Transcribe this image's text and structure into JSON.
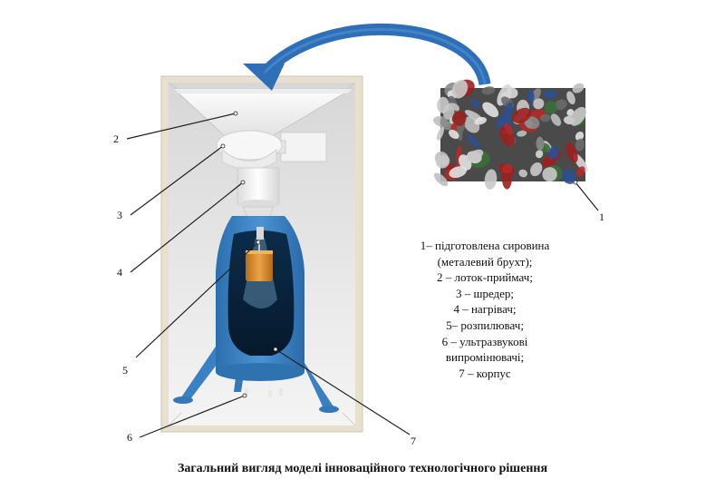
{
  "callouts": [
    "1",
    "2",
    "3",
    "4",
    "5",
    "6",
    "7"
  ],
  "legend": [
    "1– підготовлена сировина",
    "(металевий брухт);",
    "2 – лоток-приймач;",
    "3 –  шредер;",
    "4 – нагрівач;",
    "5– розпилювач;",
    "6 – ультразвукові",
    "випромінювачі;",
    "7 – корпус"
  ],
  "caption": "Загальний вигляд моделі інноваційного технологічного рішення",
  "colors": {
    "housing_blue": "#3f86c6",
    "arrow_blue": "#2f6fb7",
    "heater_orange": "#d88a2a",
    "frame_beige": "#e8e0cf"
  }
}
